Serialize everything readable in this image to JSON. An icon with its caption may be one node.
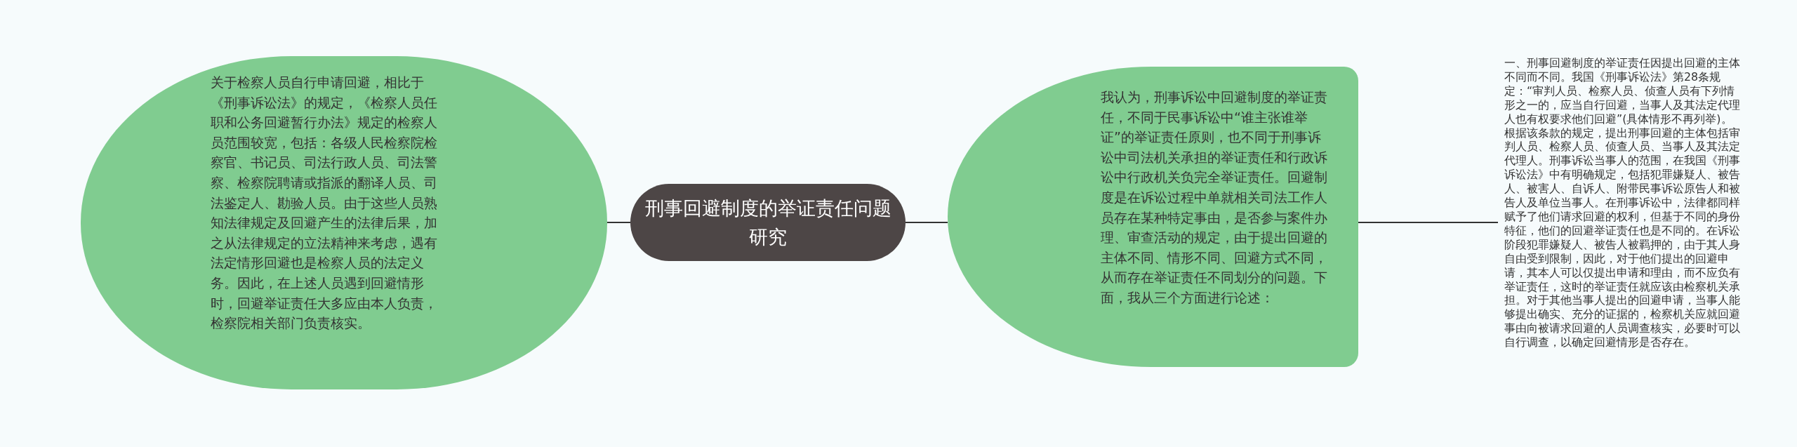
{
  "diagram": {
    "nodes": [
      {
        "text": [
          "关于检察人员自行申请回避，相比于《刑事诉讼法》的规定，《检察人员任职和公务回避暂行办法》规定的检察人员范围较宽，包括：各级人民检察院检察官、书记员、司法行政人员、司法警察、检察院聘请或指派的翻译人员、司法鉴定人、勘验人员。由于这些人员熟知法律规定及回避产生的法律后果，加之从法律规定的立法精神来考虑，遇有法定情形回避也是检察人员的法定义务。因此，在上述人员遇到回避情形时，回避举证责任大多应由本人负责，检察院相关部门负责核实。"
        ]
      },
      {
        "text": [
          "刑事回避制度的举证责任问题研究"
        ]
      },
      {
        "text": [
          "我认为，刑事诉讼中回避制度的举证责任，不同于民事诉讼中“谁主张谁举证”的举证责任原则，也不同于刑事诉讼中司法机关承担的举证责任和行政诉讼中行政机关负完全举证责任。回避制度是在诉讼过程中单就相关司法工作人员存在某种特定事由，是否参与案件办理、审查活动的规定，由于提出回避的主体不同、情形不同、回避方式不同，从而存在举证责任不同划分的问题。下面，我从三个方面进行论述："
        ]
      },
      {
        "text": [
          "一、刑事回避制度的举证责任因提出回避的主体不同而不同。我国《刑事诉讼法》第28条规定：“审判人员、检察人员、侦查人员有下列情形之一的，应当自行回避，当事人及其法定代理人也有权要求他们回避”(具体情形不再列举)。根据该条款的规定，提出刑事回避的主体包括审判人员、检察人员、侦查人员、当事人及其法定代理人。刑事诉讼当事人的范围，在我国《刑事诉讼法》中有明确规定，包括犯罪嫌疑人、被告人、被害人、自诉人、附带民事诉讼原告人和被告人及单位当事人。在刑事诉讼中，法律都同样赋予了他们请求回避的权利，但基于不同的身份特征，他们的回避举证责任也是不同的。在诉讼阶段犯罪嫌疑人、被告人被羁押的，由于其人身自由受到限制，因此，对于他们提出的回避申请，其本人可以仅提出申请和理由，而不应负有举证责任，这时的举证责任就应该由检察机关承担。对于其他当事人提出的回避申请，当事人能够提出确实、充分的证据的，检察机关应就回避事由向被请求回避的人员调查核实，必要时可以自行调查，以确定回避情形是否存在。"
        ]
      }
    ],
    "edges": [
      {
        "from": 1,
        "to": 0,
        "arrow": "none"
      },
      {
        "from": 1,
        "to": 2,
        "arrow": "none"
      },
      {
        "from": 2,
        "to": 3,
        "arrow": "none"
      }
    ]
  }
}
